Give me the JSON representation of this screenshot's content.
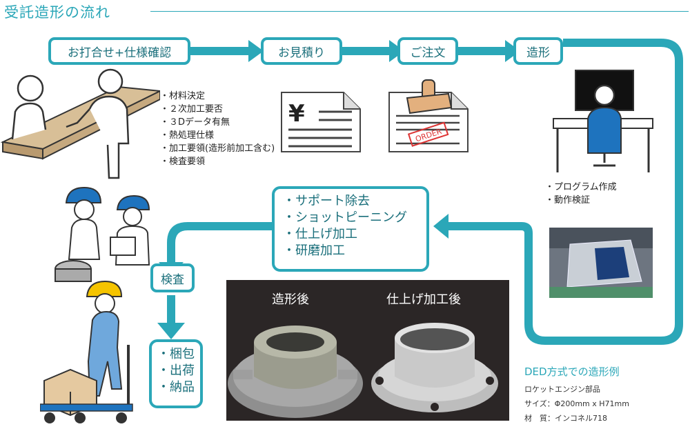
{
  "title": "受託造形の流れ",
  "steps": {
    "consult": "お打合せ+仕様確認",
    "quote": "お見積り",
    "order": "ご注文",
    "build": "造形",
    "inspect": "検査"
  },
  "consult_items": [
    "・材料決定",
    "・２次加工要否",
    "・３Dデータ有無",
    "・熱処理仕様",
    "・加工要領(造形前加工含む)",
    "・検査要領"
  ],
  "quote_icon_text": "¥",
  "order_stamp_text": "ORDER",
  "build_items": [
    "・プログラム作成",
    "・動作検証"
  ],
  "post_process_items": [
    "・サポート除去",
    "・ショットピーニング",
    "・仕上げ加工",
    "・研磨加工"
  ],
  "ship_items": [
    "・梱包",
    "・出荷",
    "・納品"
  ],
  "photo": {
    "before_label": "造形後",
    "after_label": "仕上げ加工後"
  },
  "example": {
    "title": "DED方式での造形例",
    "lines": [
      "ロケットエンジン部品",
      "サイズ：Φ200mm x H71mm",
      "材　質：インコネル718"
    ]
  },
  "colors": {
    "accent": "#2ba7b8",
    "accent_dark": "#1a6f7b",
    "helmet_blue": "#1e73be",
    "helmet_yellow": "#f5c400",
    "desk": "#d8bf97"
  }
}
